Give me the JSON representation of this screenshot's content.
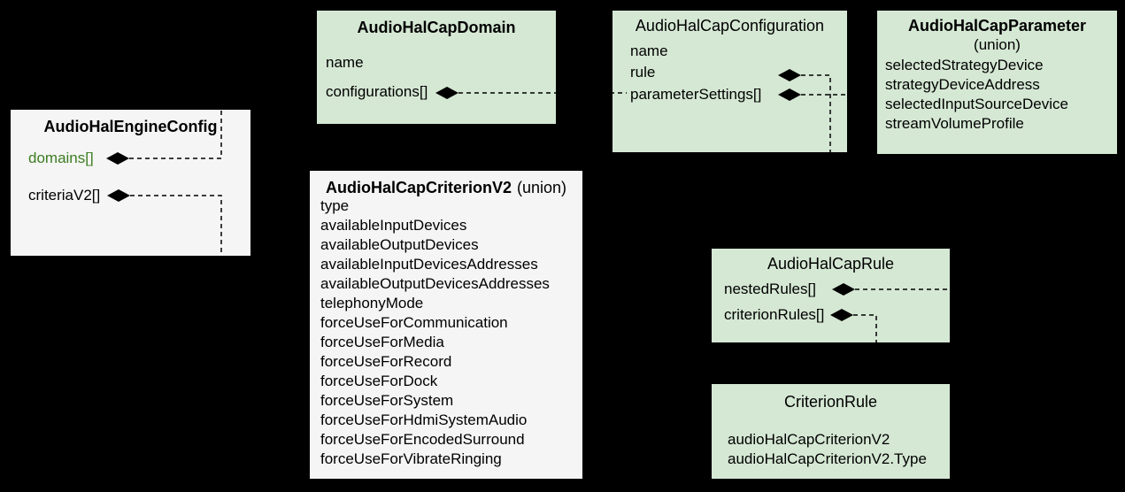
{
  "diagram": {
    "background_color": "#000000",
    "box_fill_green": "#d5e8d4",
    "box_fill_gray": "#f5f5f5",
    "connector_color": "#000000",
    "green_text_color": "#3c7d21",
    "diamond_glyph": "◆",
    "boxes": {
      "engine_config": {
        "title": "AudioHalEngineConfig",
        "fields": {
          "domains": "domains[]",
          "criteria_v2": "criteriaV2[]"
        }
      },
      "cap_domain": {
        "title": "AudioHalCapDomain",
        "fields": {
          "name": "name",
          "configurations": "configurations[]"
        }
      },
      "cap_configuration": {
        "title": "AudioHalCapConfiguration",
        "fields": {
          "name": "name",
          "rule": "rule",
          "parameter_settings": "parameterSettings[]"
        }
      },
      "cap_parameter": {
        "title": "AudioHalCapParameter",
        "subtitle": "(union)",
        "fields": [
          "selectedStrategyDevice",
          "strategyDeviceAddress",
          "selectedInputSourceDevice",
          "streamVolumeProfile"
        ]
      },
      "cap_criterion_v2": {
        "title": "AudioHalCapCriterionV2",
        "title_suffix": "(union)",
        "fields": [
          "type",
          "availableInputDevices",
          "availableOutputDevices",
          "availableInputDevicesAddresses",
          "availableOutputDevicesAddresses",
          "telephonyMode",
          "forceUseForCommunication",
          "forceUseForMedia",
          "forceUseForRecord",
          "forceUseForDock",
          "forceUseForSystem",
          "forceUseForHdmiSystemAudio",
          "forceUseForEncodedSurround",
          "forceUseForVibrateRinging"
        ]
      },
      "cap_rule": {
        "title": "AudioHalCapRule",
        "fields": {
          "nested_rules": "nestedRules[]",
          "criterion_rules": "criterionRules[]"
        }
      },
      "criterion_rule": {
        "title": "CriterionRule",
        "fields": [
          "audioHalCapCriterionV2",
          "audioHalCapCriterionV2.Type"
        ]
      }
    }
  }
}
